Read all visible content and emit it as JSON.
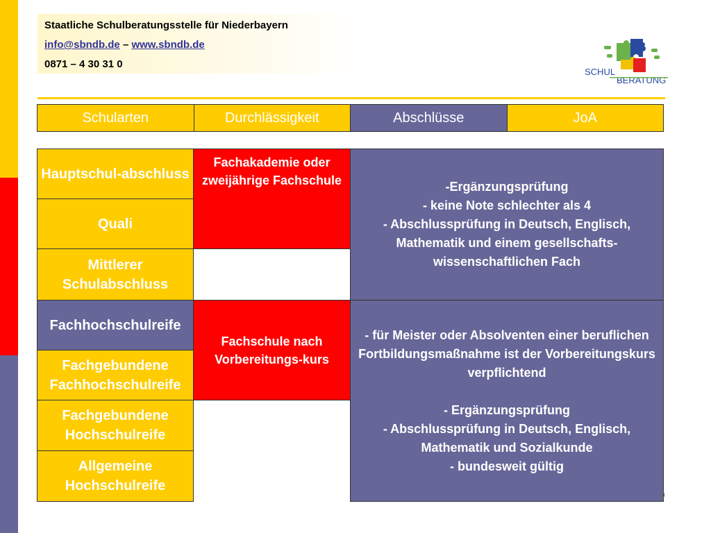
{
  "header": {
    "org": "Staatliche Schulberatungsstelle für Niederbayern",
    "email": "info@sbndb.de",
    "separator": " – ",
    "website": "www.sbndb.de",
    "phone": "0871 – 4 30 31 0"
  },
  "logo": {
    "word1": "SCHUL",
    "word2": "BERATUNG",
    "icon": "puzzle-logo-icon"
  },
  "nav": {
    "tabs": [
      {
        "label": "Schularten",
        "active": false
      },
      {
        "label": "Durchlässigkeit",
        "active": false
      },
      {
        "label": "Abschlüsse",
        "active": true
      },
      {
        "label": "JoA",
        "active": false
      }
    ]
  },
  "degrees": [
    {
      "label": "Hauptschul-abschluss"
    },
    {
      "label": "Quali"
    },
    {
      "label": "Mittlerer Schulabschluss"
    },
    {
      "label": "Fachhochschulreife"
    },
    {
      "label": "Fachgebundene Fachhochschulreife"
    },
    {
      "label": "Fachgebundene Hochschulreife"
    },
    {
      "label": "Allgemeine Hochschulreife"
    }
  ],
  "schools": [
    {
      "label": "Fachakademie oder zweijährige Fachschule"
    },
    {
      "label": "Fachschule nach Vorbereitungs-kurs"
    }
  ],
  "requirements": [
    {
      "text": "-Ergänzungsprüfung\n- keine Note schlechter als 4\n- Abschlussprüfung in Deutsch, Englisch, Mathematik und einem gesellschafts-wissenschaftlichen Fach"
    },
    {
      "text": "- für Meister oder Absolventen einer beruflichen Fortbildungsmaßnahme ist der Vorbereitungskurs verpflichtend\n\n- Ergänzungsprüfung\n- Abschlussprüfung in Deutsch, Englisch, Mathematik und Sozialkunde\n- bundesweit gültig"
    }
  ],
  "page_number": "9",
  "colors": {
    "yellow": "#ffcc00",
    "red": "#ff0000",
    "blue": "#666699",
    "link": "#333399"
  }
}
